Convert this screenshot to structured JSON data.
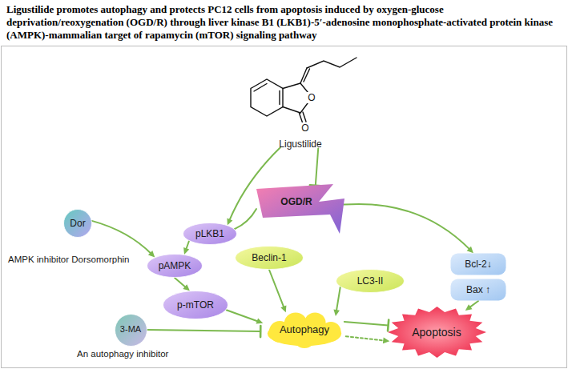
{
  "diagram": {
    "title": "Ligustilide promotes autophagy and protects PC12 cells from apoptosis induced by oxygen-glucose deprivation/reoxygenation (OGD/R) through liver kinase B1 (LKB1)-5′-adenosine monophosphate-activated protein kinase (AMPK)-mammalian target of rapamycin (mTOR) signaling pathway",
    "nodes": [
      {
        "text": [
          "Ligustilide"
        ]
      },
      {
        "text": [
          "OGD/R"
        ]
      },
      {
        "text": [
          "pLKB1"
        ]
      },
      {
        "text": [
          "Dor"
        ]
      },
      {
        "text": [
          "pAMPK"
        ]
      },
      {
        "text": [
          "Beclin-1"
        ]
      },
      {
        "text": [
          "LC3-II"
        ]
      },
      {
        "text": [
          "Bcl-2↓"
        ]
      },
      {
        "text": [
          "Bax ↑"
        ]
      },
      {
        "text": [
          "p-mTOR"
        ]
      },
      {
        "text": [
          "Autophagy"
        ]
      },
      {
        "text": [
          "Apoptosis"
        ]
      },
      {
        "text": [
          "3-MA"
        ]
      }
    ],
    "edges": [
      {
        "from": 0,
        "to": 2,
        "arrow": "to"
      },
      {
        "from": 0,
        "to": 1,
        "arrow": "to"
      },
      {
        "from": 1,
        "to": 2,
        "arrow": "none"
      },
      {
        "from": 1,
        "to": 7,
        "arrow": "to"
      },
      {
        "from": 2,
        "to": 4,
        "arrow": "to"
      },
      {
        "from": 3,
        "to": 4,
        "arrow": "to"
      },
      {
        "from": 4,
        "to": 9,
        "arrow": "to"
      },
      {
        "from": 9,
        "to": 10,
        "arrow": "to"
      },
      {
        "from": 5,
        "to": 10,
        "arrow": "to"
      },
      {
        "from": 6,
        "to": 10,
        "arrow": "to"
      },
      {
        "from": 12,
        "to": 10,
        "arrow": "to"
      },
      {
        "from": 10,
        "to": 11,
        "arrow": "to"
      },
      {
        "from": 10,
        "to": 11,
        "arrow": "to"
      },
      {
        "from": 8,
        "to": 11,
        "arrow": "to"
      }
    ],
    "labels": [
      "AMPK inhibitor Dorsomorphin",
      "An autophagy inhibitor",
      "O",
      "O"
    ]
  }
}
